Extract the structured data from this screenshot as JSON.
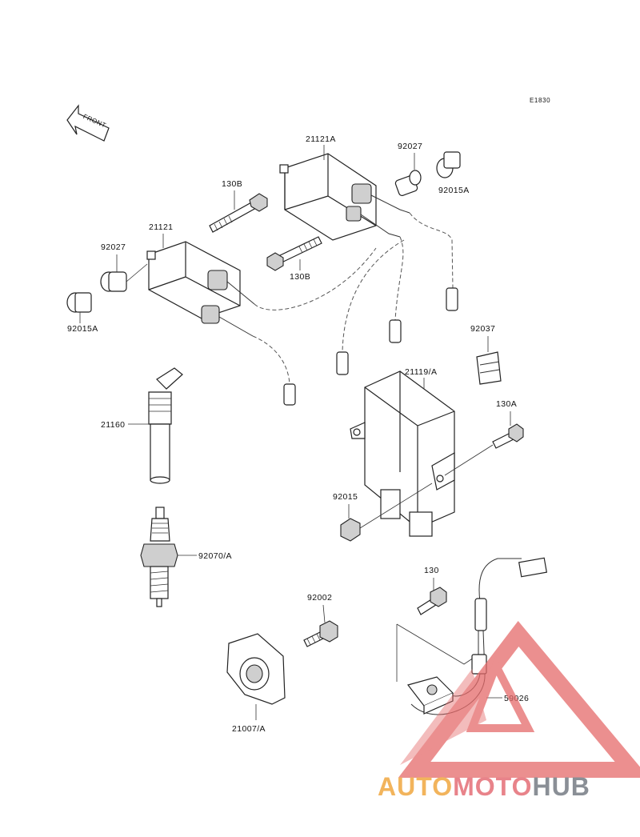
{
  "figure_code": "E1830",
  "front_label": "FRONT",
  "parts": [
    {
      "id": "21121A",
      "label": "21121A"
    },
    {
      "id": "92027_top",
      "label": "92027"
    },
    {
      "id": "92015A_top",
      "label": "92015A"
    },
    {
      "id": "130B_left",
      "label": "130B"
    },
    {
      "id": "21121",
      "label": "21121"
    },
    {
      "id": "92027_left",
      "label": "92027"
    },
    {
      "id": "130B_mid",
      "label": "130B"
    },
    {
      "id": "92015A_left",
      "label": "92015A"
    },
    {
      "id": "92037",
      "label": "92037"
    },
    {
      "id": "21119A",
      "label": "21119/A"
    },
    {
      "id": "21160",
      "label": "21160"
    },
    {
      "id": "130A",
      "label": "130A"
    },
    {
      "id": "92015",
      "label": "92015"
    },
    {
      "id": "92070A",
      "label": "92070/A"
    },
    {
      "id": "130",
      "label": "130"
    },
    {
      "id": "92002",
      "label": "92002"
    },
    {
      "id": "59026",
      "label": "59026"
    },
    {
      "id": "21007A",
      "label": "21007/A"
    }
  ],
  "watermark": {
    "text_auto": "AUTO",
    "text_moto": "MOTO",
    "text_hub": "HUB",
    "color_auto": "#f2b45c",
    "color_moto": "#e8838a",
    "color_hub": "#8a8f96",
    "triangle_color": "#e56a6a"
  }
}
